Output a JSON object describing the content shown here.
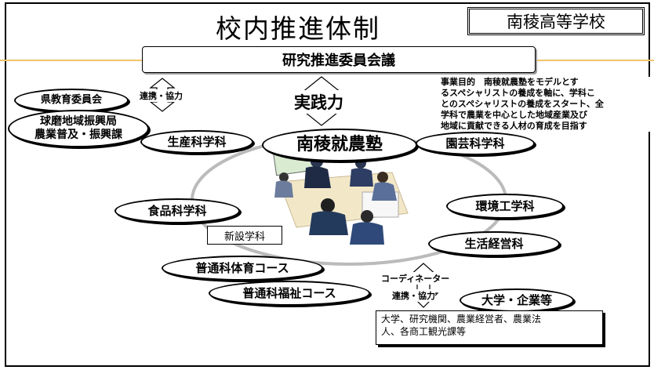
{
  "title": "校内推進体制",
  "school": "南稜高等学校",
  "committee": "研究推進委員会議",
  "practice": "実践力",
  "cooperation_top": "連携・協力",
  "cooperation_bottom": "連携・協力",
  "coordinator": "コーディネーター",
  "center": "南稜就農塾",
  "prefecture_board": "県教育委員会",
  "regional_office": {
    "line1": "球磨地域振興局",
    "line2": "農業普及・振興課"
  },
  "departments": {
    "production": "生産科学科",
    "food": "食品科学科",
    "horticulture": "園芸科学科",
    "environment": "環境工学科",
    "life": "生活経営科",
    "pe_course": "普通科体育コース",
    "welfare_course": "普通科福祉コース"
  },
  "new_department": "新設学科",
  "university": "大学・企業等",
  "purpose": {
    "line1": "事業目的　南稜就農塾をモデルとす",
    "line2": "るスペシャリストの養成を軸に、学科こ",
    "line3": "とのスペシャリストの養成をスタート、全",
    "line4": "学科で農業を中心とした地域産業及び",
    "line5": "地域に貢献できる人材の育成を目指す"
  },
  "partners": {
    "line1": "大学、研究機関、農業経営者、農業法",
    "line2": "人、各商工観光課等"
  }
}
